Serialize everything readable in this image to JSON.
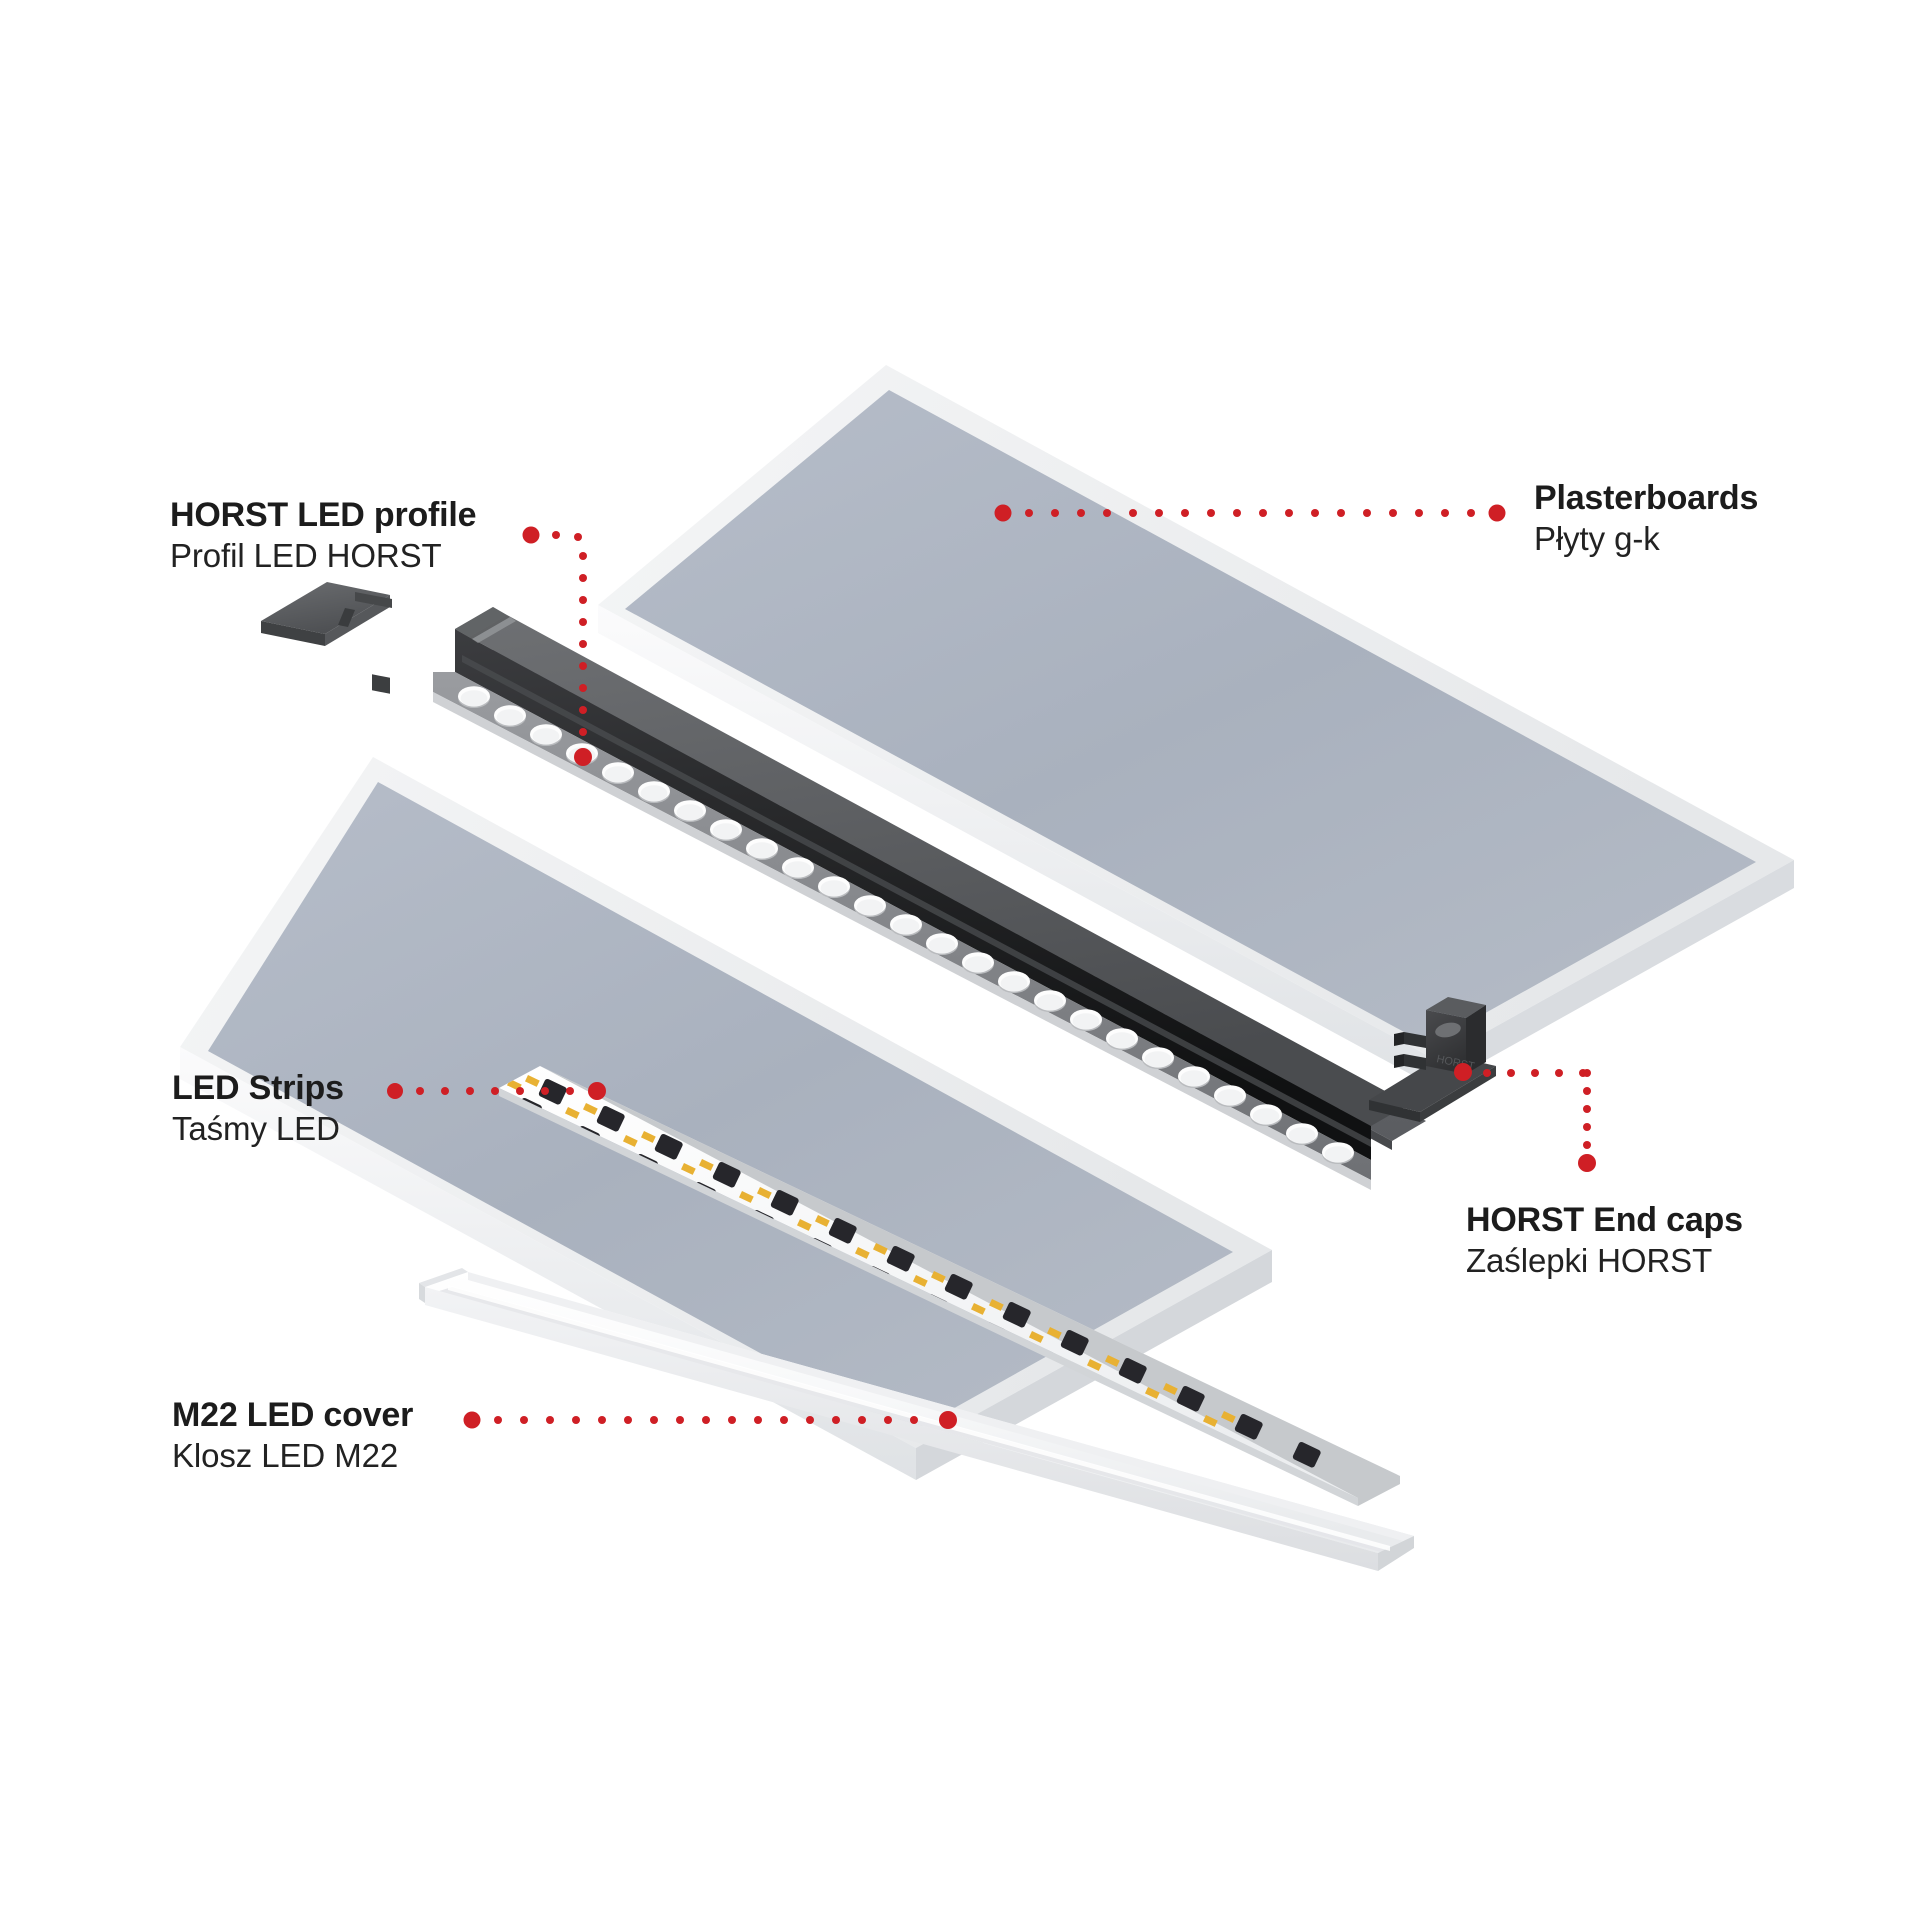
{
  "diagram": {
    "type": "exploded-assembly",
    "background_color": "#ffffff",
    "accent_color": "#cf1f25",
    "text_color": "#1c1c1c"
  },
  "labels": {
    "plasterboards": {
      "title": "Plasterboards",
      "subtitle": "Płyty g-k"
    },
    "horst_profile": {
      "title": "HORST LED profile",
      "subtitle": "Profil LED HORST"
    },
    "led_strips": {
      "title": "LED Strips",
      "subtitle": "Taśmy LED"
    },
    "end_caps": {
      "title": "HORST End caps",
      "subtitle": "Zaślepki HORST"
    },
    "m22_cover": {
      "title": "M22 LED cover",
      "subtitle": "Klosz LED M22"
    }
  },
  "parts": [
    {
      "id": "plasterboard-top",
      "name": "Plasterboard panel (upper)",
      "color": "#aab2bf",
      "edge_color": "#f0f1f2"
    },
    {
      "id": "plasterboard-bottom",
      "name": "Plasterboard panel (lower)",
      "color": "#aab2bf",
      "edge_color": "#f0f1f2"
    },
    {
      "id": "horst-profile",
      "name": "HORST LED aluminium profile with perforated flanges",
      "color": "#2b2b2d"
    },
    {
      "id": "end-cap-left",
      "name": "HORST end cap (upper left)",
      "color": "#5a5c5e"
    },
    {
      "id": "end-cap-right",
      "name": "HORST end cap (lower right)",
      "color": "#3a3b3d"
    },
    {
      "id": "led-strip",
      "name": "LED strip board",
      "color": "#f4f5f6",
      "led_color": "#26262b",
      "pad_color": "#e8b133"
    },
    {
      "id": "m22-cover",
      "name": "M22 diffuser cover",
      "color": "#f6f7f8"
    }
  ],
  "leaders": [
    {
      "id": "leader-plasterboards",
      "from_part": "plasterboard-top",
      "to_label": "plasterboards",
      "shape": "horizontal"
    },
    {
      "id": "leader-horst-profile",
      "from_part": "horst-profile",
      "to_label": "horst_profile",
      "shape": "elbow-down"
    },
    {
      "id": "leader-led-strips",
      "from_part": "led-strip",
      "to_label": "led_strips",
      "shape": "horizontal"
    },
    {
      "id": "leader-end-caps",
      "from_part": "end-cap-right",
      "to_label": "end_caps",
      "shape": "elbow-down"
    },
    {
      "id": "leader-m22-cover",
      "from_part": "m22-cover",
      "to_label": "m22_cover",
      "shape": "horizontal"
    }
  ]
}
